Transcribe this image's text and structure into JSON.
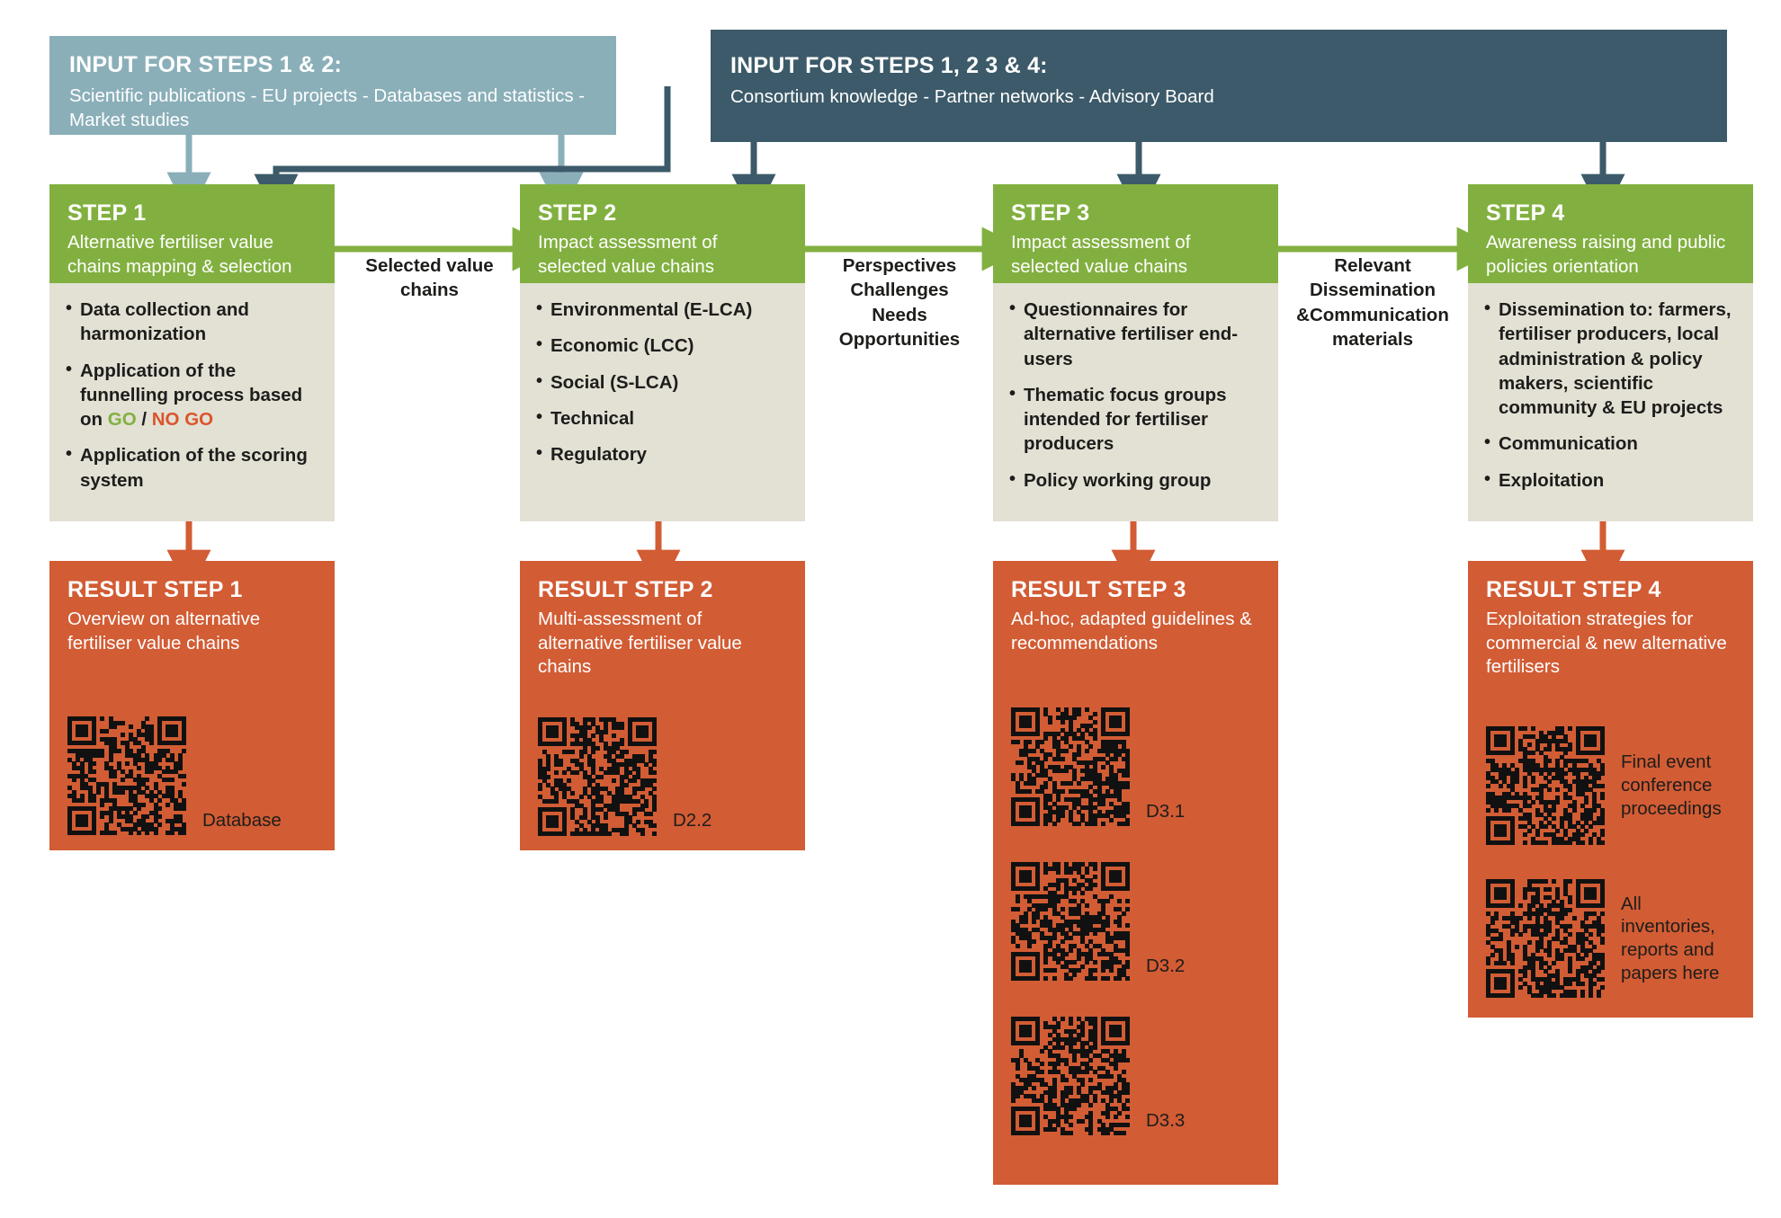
{
  "inputs": [
    {
      "id": "input-steps-1-2",
      "title": "INPUT FOR STEPS 1 & 2:",
      "subtitle": "Scientific publications - EU projects - Databases and statistics - Market studies",
      "color": "#8aafb9"
    },
    {
      "id": "input-steps-1-2-3-4",
      "title": "INPUT FOR STEPS 1, 2 3 & 4:",
      "subtitle": "Consortium knowledge - Partner networks - Advisory Board",
      "color": "#3c5a69"
    }
  ],
  "steps": [
    {
      "id": "step-1",
      "title": "STEP 1",
      "subtitle": "Alternative fertiliser value chains mapping & selection",
      "bullets": [
        {
          "text": "Data collection and harmonization"
        },
        {
          "text": "Application of the funnelling process based on ",
          "go": "GO",
          "sep": " / ",
          "nogo": "NO GO"
        },
        {
          "text": "Application of the scoring system"
        }
      ]
    },
    {
      "id": "step-2",
      "title": "STEP 2",
      "subtitle": "Impact assessment of selected value chains",
      "bullets": [
        {
          "text": "Environmental (E-LCA)"
        },
        {
          "text": "Economic (LCC)"
        },
        {
          "text": "Social (S-LCA)"
        },
        {
          "text": "Technical"
        },
        {
          "text": "Regulatory"
        }
      ]
    },
    {
      "id": "step-3",
      "title": "STEP 3",
      "subtitle": "Impact assessment of selected value chains",
      "bullets": [
        {
          "text": "Questionnaires for alternative fertiliser end-users"
        },
        {
          "text": "Thematic focus groups intended for fertiliser producers"
        },
        {
          "text": "Policy working group"
        }
      ]
    },
    {
      "id": "step-4",
      "title": "STEP 4",
      "subtitle": "Awareness raising and public policies orientation",
      "bullets": [
        {
          "text": "Dissemination to: farmers, fertiliser producers, local administration & policy makers, scientific community & EU projects"
        },
        {
          "text": "Communication"
        },
        {
          "text": "Exploitation"
        }
      ]
    }
  ],
  "connector_labels": [
    {
      "id": "label-step1-step2",
      "text": "Selected value chains"
    },
    {
      "id": "label-step2-step3",
      "text": "Perspectives\nChallenges\nNeeds\nOpportunities"
    },
    {
      "id": "label-step3-step4",
      "text": "Relevant\nDissemination\n&Communication\nmaterials"
    }
  ],
  "results": [
    {
      "id": "result-step-1",
      "title": "RESULT STEP 1",
      "subtitle": "Overview on alternative fertiliser value chains",
      "qr_codes": [
        {
          "label": "Database"
        }
      ]
    },
    {
      "id": "result-step-2",
      "title": "RESULT STEP 2",
      "subtitle": "Multi-assessment of alternative fertiliser value chains",
      "qr_codes": [
        {
          "label": "D2.2"
        }
      ]
    },
    {
      "id": "result-step-3",
      "title": "RESULT STEP 3",
      "subtitle": "Ad-hoc, adapted guidelines & recommendations",
      "qr_codes": [
        {
          "label": "D3.1"
        },
        {
          "label": "D3.2"
        },
        {
          "label": "D3.3"
        }
      ]
    },
    {
      "id": "result-step-4",
      "title": "RESULT STEP 4",
      "subtitle": "Exploitation strategies for commercial & new alternative fertilisers",
      "qr_codes": [
        {
          "label": "Final event conference proceedings"
        },
        {
          "label": "All inventories, reports and papers here"
        }
      ]
    }
  ],
  "colors": {
    "green": "#82b040",
    "orange": "#d25c34",
    "beige": "#e3e0d4",
    "light_blue": "#8aafb9",
    "dark_blue": "#3c5a69",
    "text": "#1d1d1b",
    "white": "#ffffff"
  }
}
